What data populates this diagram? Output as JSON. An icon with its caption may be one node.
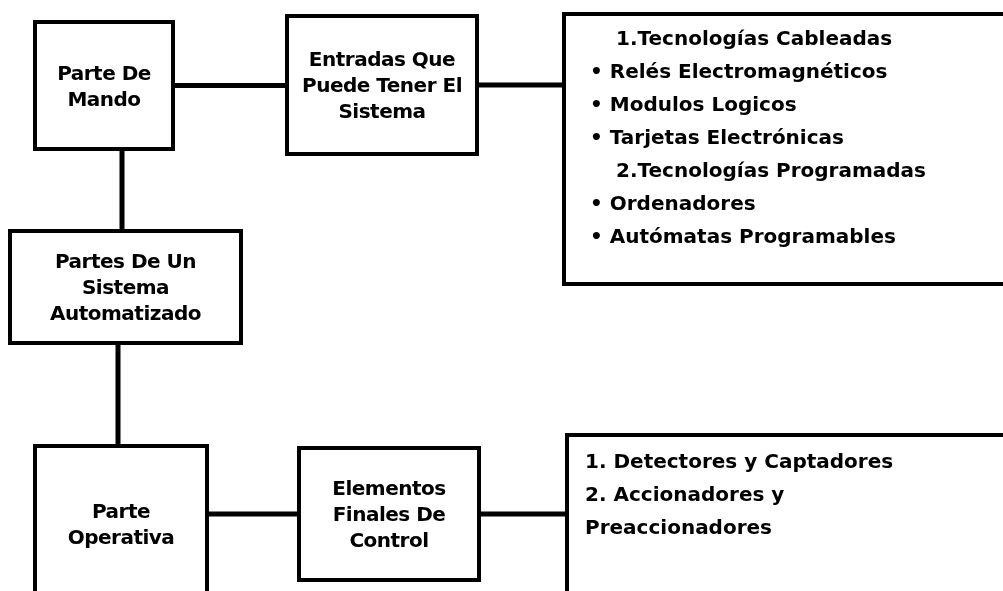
{
  "diagram": {
    "nodes": [
      {
        "text": [
          "Parte De Mando"
        ]
      },
      {
        "text": [
          "Entradas Que Puede Tener El Sistema"
        ]
      },
      {
        "text": [
          "1.Tecnologías Cableadas",
          "• Relés Electromagnéticos",
          "• Modulos Logicos",
          "• Tarjetas Electrónicas",
          "2.Tecnologías Programadas",
          "• Ordenadores",
          "• Autómatas Programables"
        ]
      },
      {
        "text": [
          "Partes De Un Sistema Automatizado"
        ]
      },
      {
        "text": [
          "Parte Operativa"
        ]
      },
      {
        "text": [
          "Elementos Finales De Control"
        ]
      },
      {
        "text": [
          "1. Detectores y Captadores",
          "2. Accionadores y Preaccionadores"
        ]
      }
    ],
    "edges": [
      {
        "from": 0,
        "to": 1,
        "arrow": "none"
      },
      {
        "from": 1,
        "to": 2,
        "arrow": "none"
      },
      {
        "from": 0,
        "to": 3,
        "arrow": "none"
      },
      {
        "from": 3,
        "to": 4,
        "arrow": "none"
      },
      {
        "from": 4,
        "to": 5,
        "arrow": "none"
      },
      {
        "from": 5,
        "to": 6,
        "arrow": "none"
      }
    ]
  }
}
